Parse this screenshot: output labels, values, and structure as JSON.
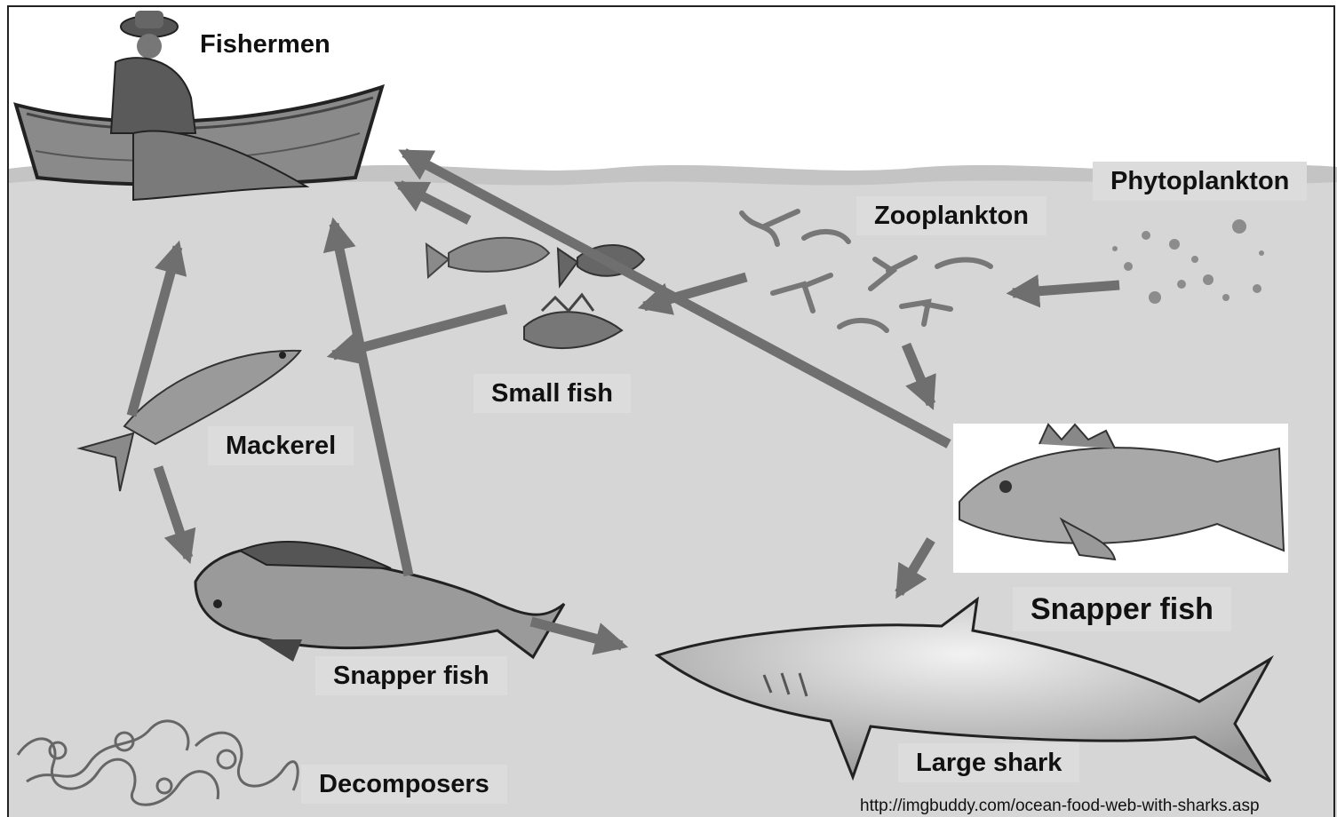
{
  "organisms": {
    "fishermen": "Fishermen",
    "phytoplankton": "Phytoplankton",
    "zooplankton": "Zooplankton",
    "small_fish": "Small fish",
    "mackerel": "Mackerel",
    "snapper_right": "Snapper fish",
    "snapper_left": "Snapper fish",
    "large_shark": "Large shark",
    "decomposers": "Decomposers"
  },
  "source": "http://imgbuddy.com/ocean-food-web-with-sharks.asp",
  "colors": {
    "sky": "#ffffff",
    "water": "#d6d6d6",
    "wave": "#c4c4c4",
    "arrow": "#6f6f6f",
    "label_bg": "#dcdcdc"
  },
  "icons": [
    "boat-icon",
    "fisherman-icon",
    "phytoplankton-icon",
    "zooplankton-icon",
    "small-fish-icon",
    "mackerel-icon",
    "snapper-fish-icon",
    "dorado-fish-icon",
    "shark-icon",
    "decomposers-icon"
  ]
}
